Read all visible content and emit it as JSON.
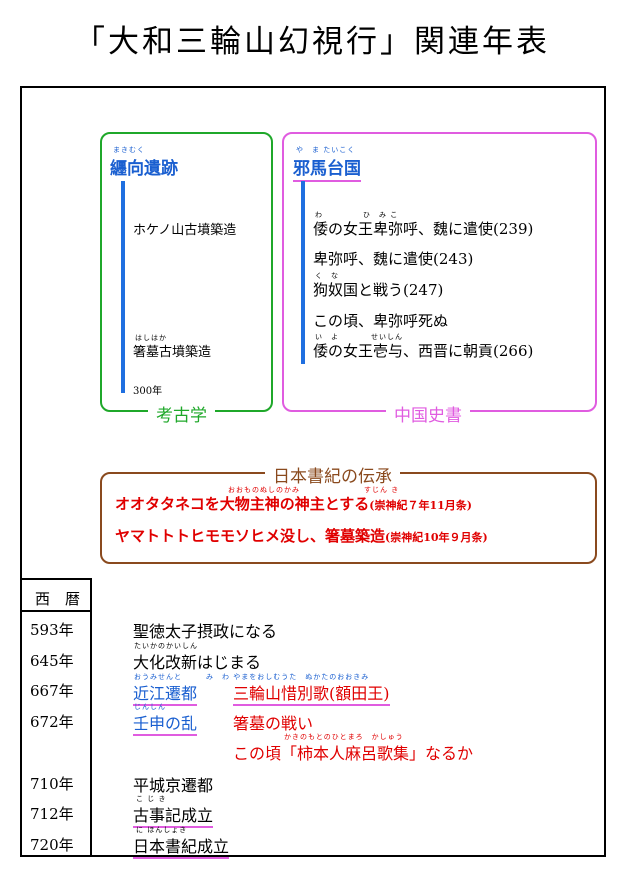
{
  "title": "「大和三輪山幻視行」関連年表",
  "archaeology": {
    "caption": "考古学",
    "site_ruby": "まきむく",
    "site": "纒向遺跡",
    "items": [
      {
        "text": "ホケノ山古墳築造"
      },
      {
        "ruby": "はしはか",
        "text": "箸墓古墳築造"
      }
    ],
    "year_mark": "300年"
  },
  "chinese_history": {
    "caption": "中国史書",
    "heading_ruby": "や　ま たいこく",
    "heading": "邪馬台国",
    "items": [
      {
        "ruby": "わ　　　　　ひ　み こ",
        "text": "倭の女王卑弥呼、魏に遣使(239)"
      },
      {
        "ruby": "",
        "text": "卑弥呼、魏に遣使(243)"
      },
      {
        "ruby": "く　な",
        "text": "狗奴国と戦う(247)"
      },
      {
        "ruby": "",
        "text": "この頃、卑弥呼死ぬ"
      },
      {
        "ruby": "い　よ　　　　せいしん",
        "text": "倭の女王壱与、西晋に朝貢(266)"
      }
    ]
  },
  "nihon_shoki": {
    "caption": "日本書紀の伝承",
    "lines": [
      {
        "ruby": "おおものぬしのかみ　　　　　　　　すじん き",
        "text": "オオタタネコを大物主神の神主とする",
        "note": "(崇神紀７年11月条)"
      },
      {
        "ruby": "",
        "text": "ヤマトトトヒモモソヒメ没し、箸墓築造",
        "note": "(崇神紀10年９月条)"
      }
    ]
  },
  "timeline": {
    "header": "西　暦",
    "rows": [
      {
        "year": "593年",
        "ruby": "",
        "event": "聖徳太子摂政になる",
        "extra": ""
      },
      {
        "year": "645年",
        "ruby": "たいかのかいしん",
        "event": "大化改新はじまる",
        "extra": ""
      },
      {
        "year": "667年",
        "ruby": "おうみせんと　　　み　わ やまをおしむうた　ぬかたのおおきみ",
        "event": "近江遷都",
        "extra": "三輪山惜別歌(額田王)"
      },
      {
        "year": "672年",
        "ruby": "じんしん",
        "event": "壬申の乱",
        "extra": "箸墓の戦い"
      },
      {
        "year": "",
        "ruby": "かきのもとのひとまろ　かしゅう",
        "event": "",
        "extra": "この頃「柿本人麻呂歌集」なるか"
      },
      {
        "year": "710年",
        "ruby": "",
        "event": "平城京遷都",
        "extra": ""
      },
      {
        "year": "712年",
        "ruby": "こ じ き",
        "event": "古事記成立",
        "extra": ""
      },
      {
        "year": "720年",
        "ruby": "に ほんしょき",
        "event": "日本書紀成立",
        "extra": ""
      }
    ]
  },
  "colors": {
    "archaeology": "#1fa82a",
    "chinese": "#e05ce0",
    "shoki": "#8a4a1e",
    "accent_blue": "#1a5fd0",
    "accent_red": "#e00000"
  }
}
